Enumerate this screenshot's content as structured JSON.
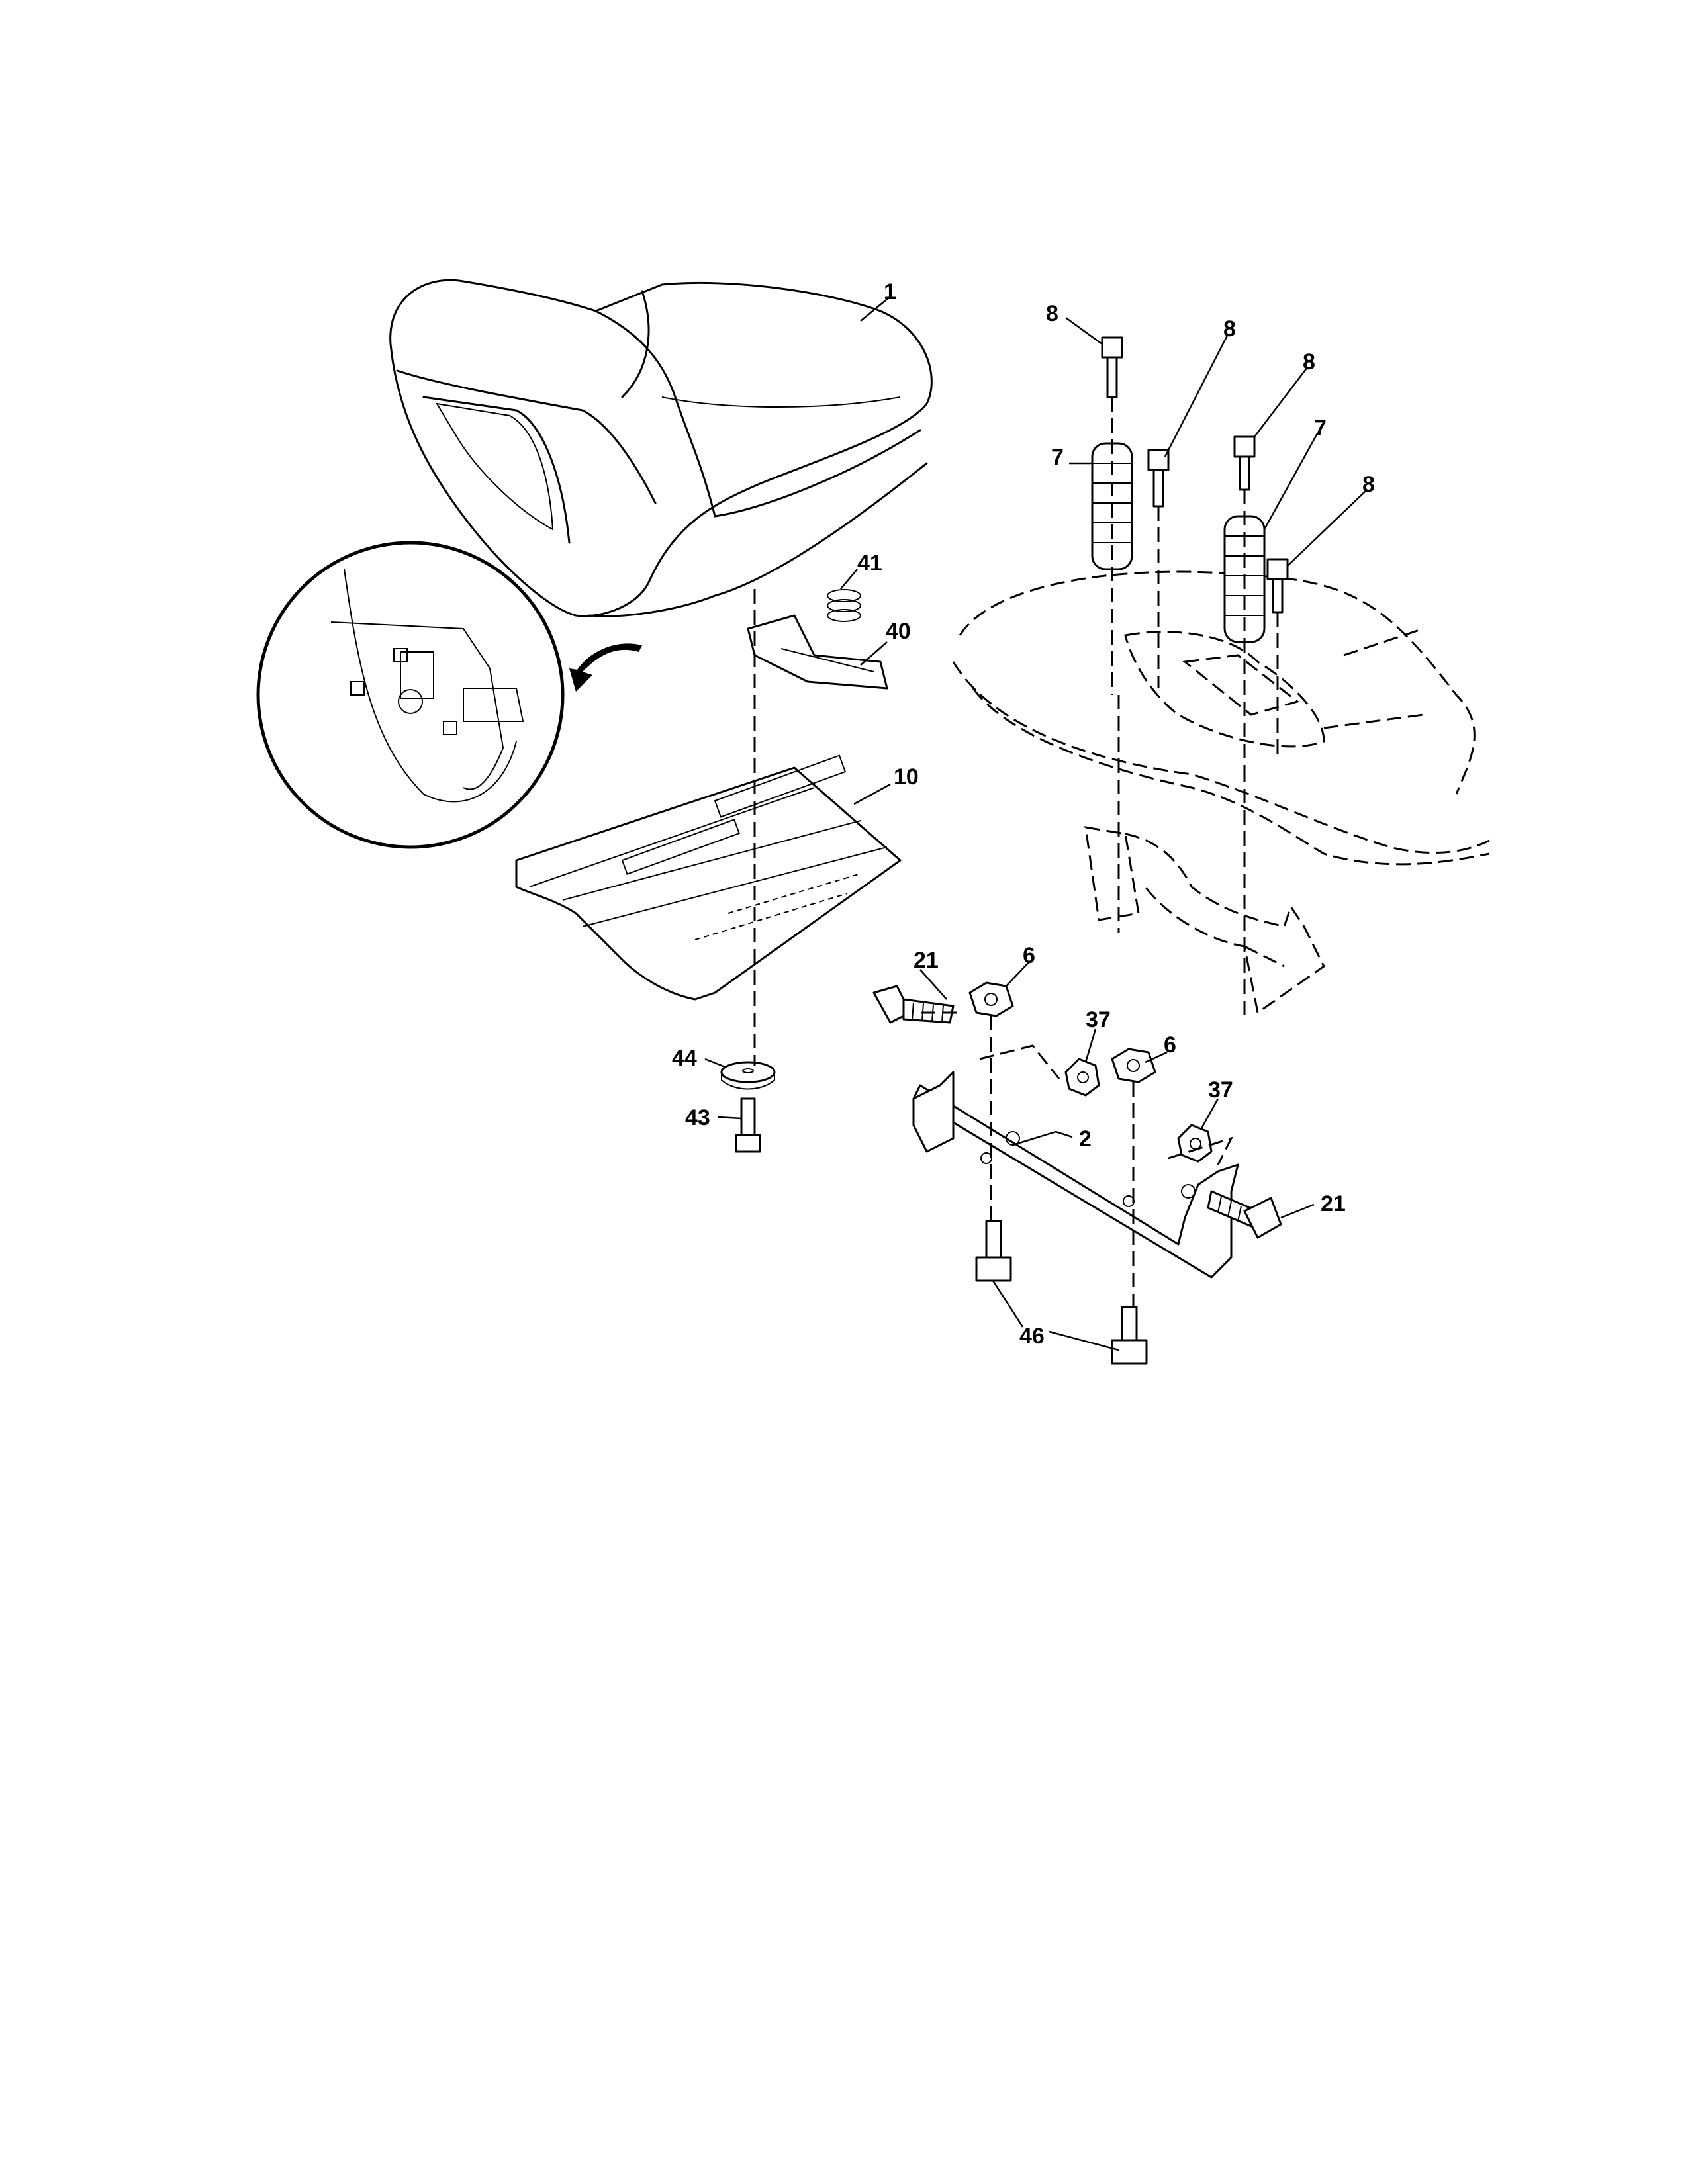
{
  "callouts": [
    {
      "id": "c1",
      "label": "1"
    },
    {
      "id": "c2",
      "label": "2"
    },
    {
      "id": "c6a",
      "label": "6"
    },
    {
      "id": "c6b",
      "label": "6"
    },
    {
      "id": "c7a",
      "label": "7"
    },
    {
      "id": "c7b",
      "label": "7"
    },
    {
      "id": "c8a",
      "label": "8"
    },
    {
      "id": "c8b",
      "label": "8"
    },
    {
      "id": "c8c",
      "label": "8"
    },
    {
      "id": "c8d",
      "label": "8"
    },
    {
      "id": "c10",
      "label": "10"
    },
    {
      "id": "c21a",
      "label": "21"
    },
    {
      "id": "c21b",
      "label": "21"
    },
    {
      "id": "c37a",
      "label": "37"
    },
    {
      "id": "c37b",
      "label": "37"
    },
    {
      "id": "c40",
      "label": "40"
    },
    {
      "id": "c41",
      "label": "41"
    },
    {
      "id": "c43",
      "label": "43"
    },
    {
      "id": "c44",
      "label": "44"
    },
    {
      "id": "c46",
      "label": "46"
    }
  ]
}
